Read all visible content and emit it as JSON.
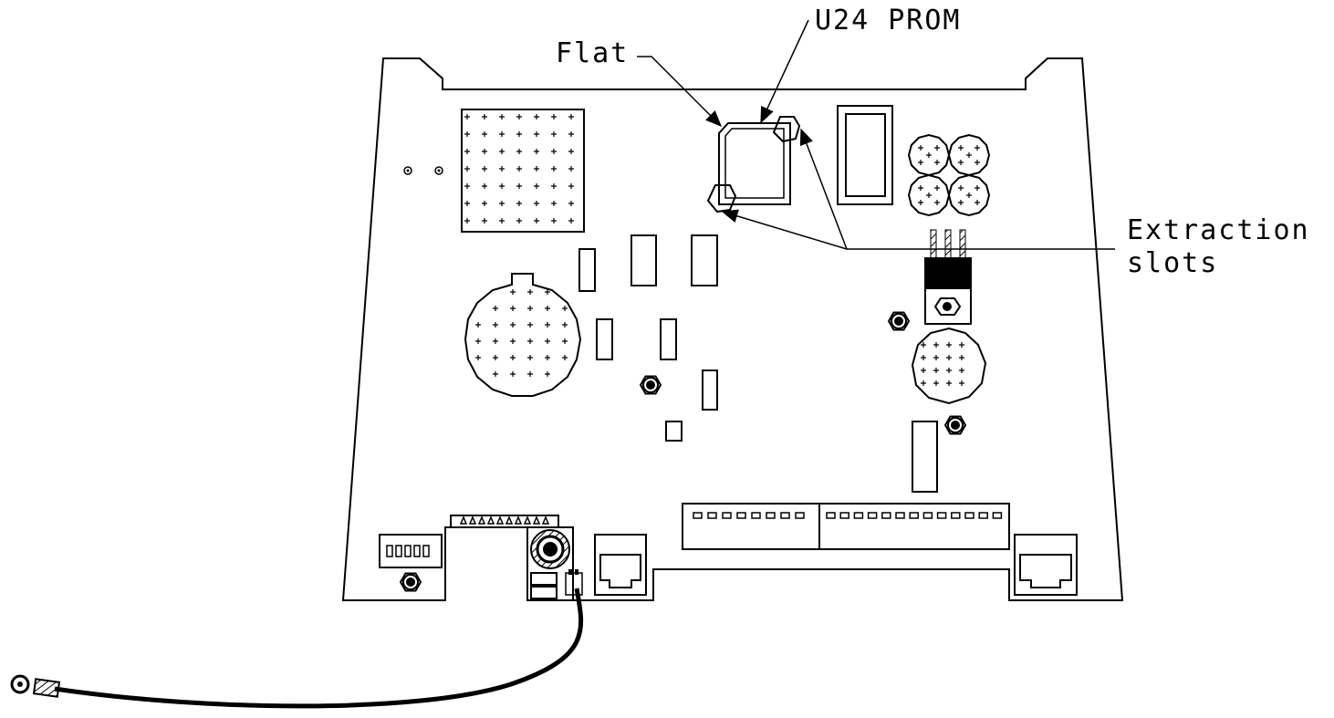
{
  "labels": {
    "prom": "U24 PROM",
    "flat": "Flat",
    "extraction_line1": "Extraction",
    "extraction_line2": "slots"
  },
  "colors": {
    "ink": "#000000",
    "background": "#ffffff"
  }
}
